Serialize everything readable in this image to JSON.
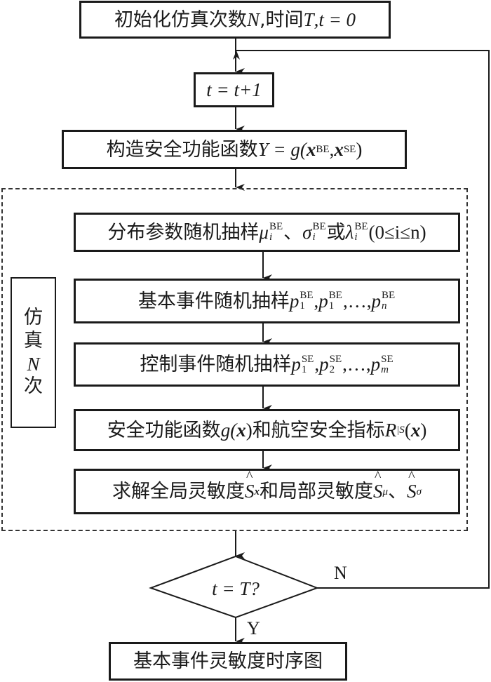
{
  "diagram": {
    "type": "flowchart",
    "nodes": {
      "init": {
        "zh": "初始化仿真次数",
        "var_n": "N",
        "sep1": ",时间",
        "var_t_cap": "T",
        "tail": ",t = 0"
      },
      "increment": {
        "text": "t = t+1"
      },
      "construct": {
        "zh": "构造安全功能函数 ",
        "lhs": "Y = g(",
        "x1": "x",
        "sub1": "BE",
        "comma": ",",
        "x2": "x",
        "sub2": "SE",
        "close": ")"
      },
      "sample_params": {
        "zh": "分布参数随机抽样",
        "mu": "μ",
        "mu_sup": "BE",
        "mu_sub": "i",
        "sep1": "、",
        "sigma": "σ",
        "sigma_sup": "BE",
        "sigma_sub": "i",
        "or": "或",
        "lambda": "λ",
        "lambda_sup": "BE",
        "lambda_sub": "i",
        "range": "(0≤i≤n)"
      },
      "sample_basic": {
        "zh": "基本事件随机抽样",
        "p": "p",
        "sup": "BE",
        "sub1": "1",
        "sub2": "1",
        "dots": ",…,",
        "subn": "n",
        "comma": ","
      },
      "sample_control": {
        "zh": "控制事件随机抽样",
        "p": "p",
        "sup": "SE",
        "sub1": "1",
        "sub2": "2",
        "dots": ",…,",
        "subm": "m",
        "comma": ","
      },
      "safety_function": {
        "zh1": "安全功能函数",
        "g": "g(",
        "x": "x",
        "close": ")",
        "zh2": "和航空安全指标",
        "R": "R",
        "R_sub": "|S",
        "open2": "(",
        "x2": "x",
        "close2": ")"
      },
      "sensitivity": {
        "zh1": "求解全局灵敏度",
        "S": "S",
        "sub_x": "x",
        "zh2": "和局部灵敏度",
        "sub_mu": "μ",
        "sep": "、",
        "sub_sigma": "σ"
      },
      "loop_label": {
        "c1": "仿",
        "c2": "真",
        "n": "N",
        "c3": "次"
      },
      "decision": {
        "text": "t = T?"
      },
      "output": {
        "text": "基本事件灵敏度时序图"
      }
    },
    "edges": {
      "no_label": "N",
      "yes_label": "Y"
    },
    "colors": {
      "stroke": "#1a1a1a",
      "background": "#ffffff"
    }
  }
}
